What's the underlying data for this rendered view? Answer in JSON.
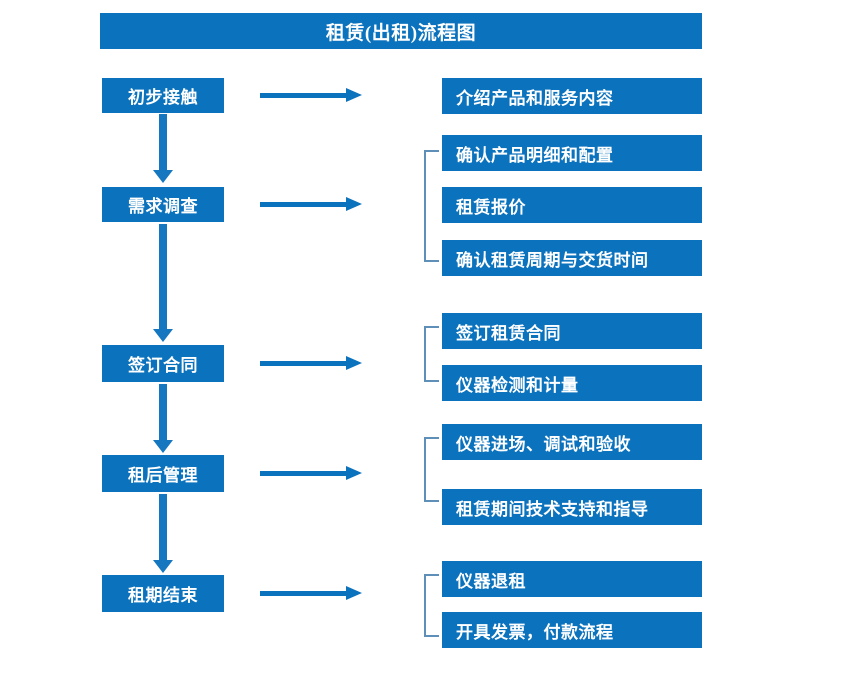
{
  "title": "租赁(出租)流程图",
  "stages": [
    {
      "label": "初步接触"
    },
    {
      "label": "需求调查"
    },
    {
      "label": "签订合同"
    },
    {
      "label": "租后管理"
    },
    {
      "label": "租期结束"
    }
  ],
  "tasks": [
    {
      "label": "介绍产品和服务内容"
    },
    {
      "label": "确认产品明细和配置"
    },
    {
      "label": "租赁报价"
    },
    {
      "label": "确认租赁周期与交货时间"
    },
    {
      "label": "签订租赁合同"
    },
    {
      "label": "仪器检测和计量"
    },
    {
      "label": "仪器进场、调试和验收"
    },
    {
      "label": "租赁期间技术支持和指导"
    },
    {
      "label": "仪器退租"
    },
    {
      "label": "开具发票，付款流程"
    }
  ],
  "colors": {
    "box_fill": "#0b72bd",
    "arrow": "#1577bf",
    "bracket": "#5e8fb8",
    "text": "#ffffff",
    "background": "#ffffff"
  }
}
